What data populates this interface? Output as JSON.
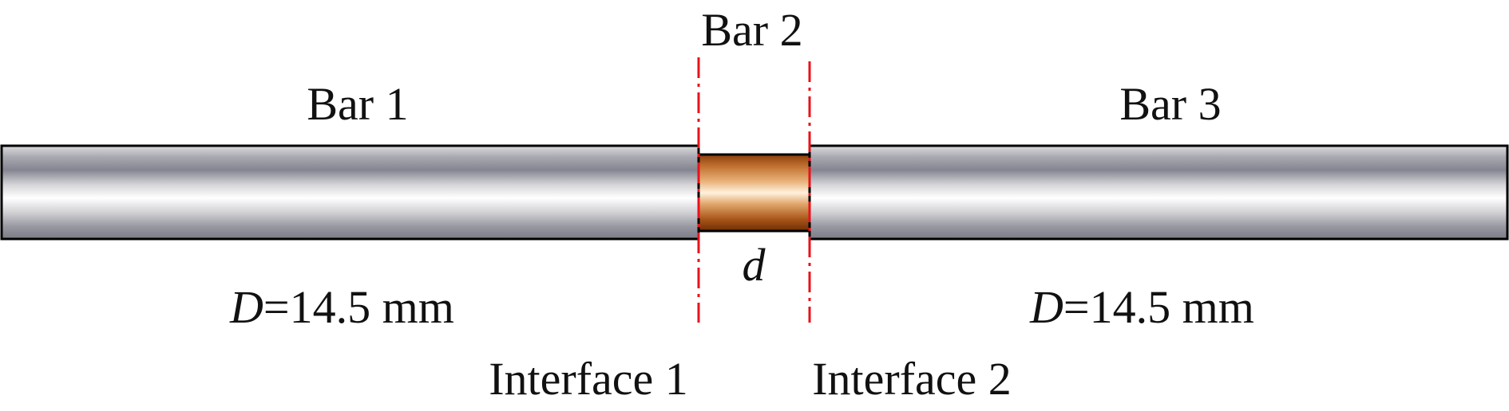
{
  "bars": [
    {
      "label": "Bar 1",
      "diameter_symbol": "D",
      "diameter_value": "=14.5 mm"
    },
    {
      "label": "Bar 2",
      "length_symbol": "d"
    },
    {
      "label": "Bar 3",
      "diameter_symbol": "D",
      "diameter_value": "=14.5 mm"
    }
  ],
  "interfaces": [
    {
      "label": "Interface 1"
    },
    {
      "label": "Interface 2"
    }
  ],
  "colors": {
    "interface_line": "#e8121b",
    "bar_steel": "#c9c9cd",
    "bar_copper": "#c8762c",
    "outline": "#000000"
  }
}
